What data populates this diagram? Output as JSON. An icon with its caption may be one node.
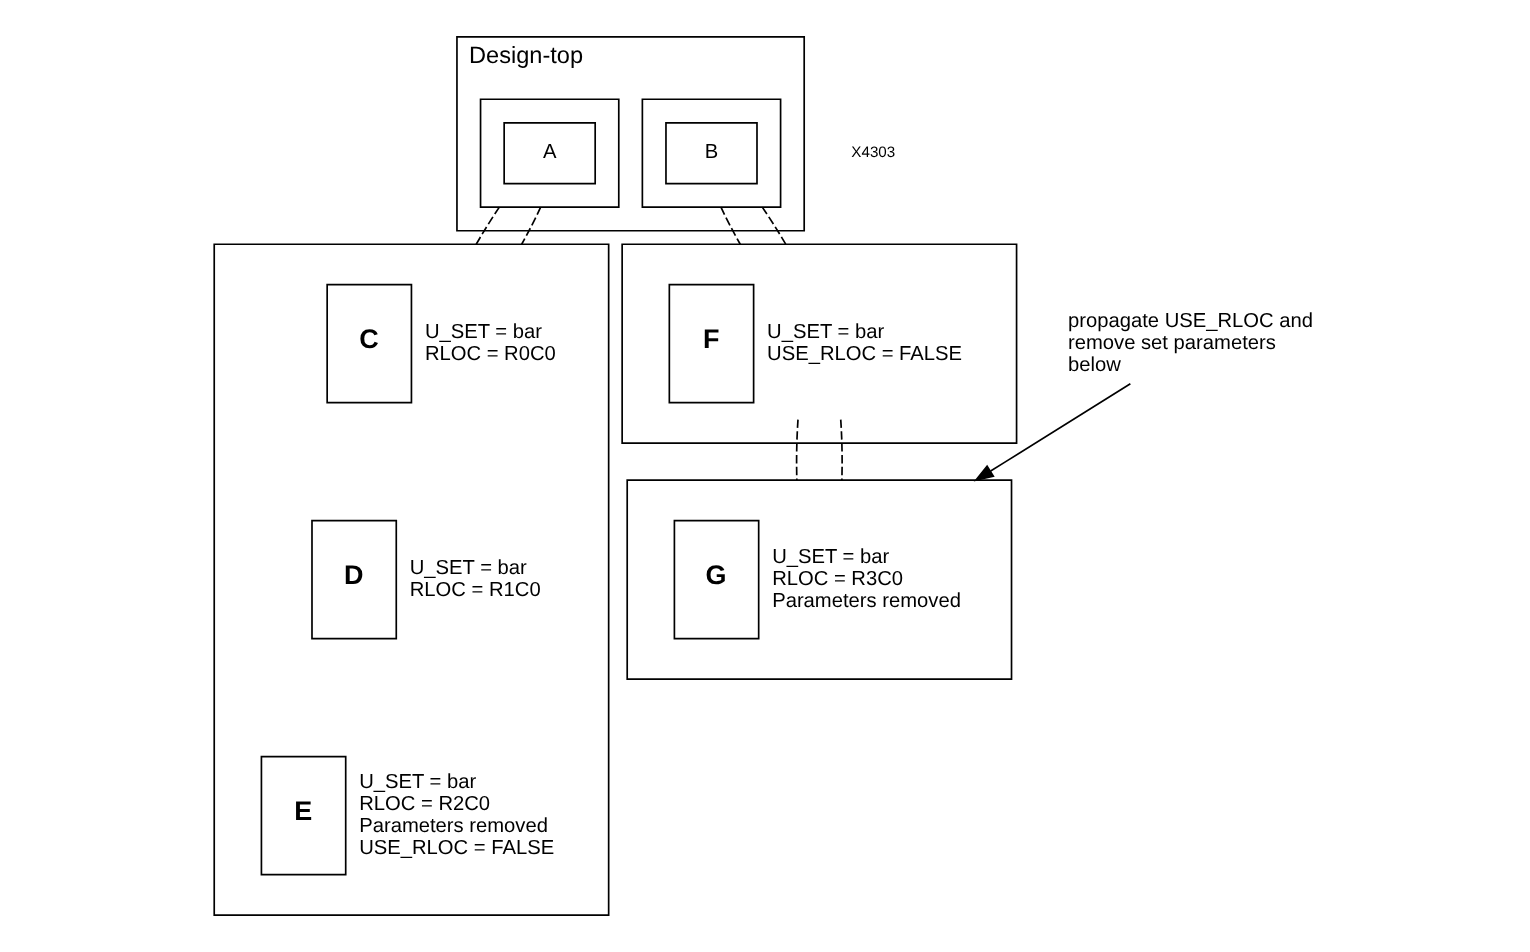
{
  "diagram": {
    "nodes": [
      {
        "text": [
          "Design-top"
        ]
      },
      {
        "text": [],
        "shape": "box",
        "in": 0
      },
      {
        "text": [
          "A"
        ],
        "in": 1
      },
      {
        "text": [],
        "shape": "box",
        "in": 0
      },
      {
        "text": [
          "B"
        ],
        "in": 3
      },
      {
        "text": [],
        "shape": "box"
      },
      {
        "text": [
          "C"
        ],
        "in": 5,
        "beside": [
          "U_SET = bar",
          "RLOC = R0C0"
        ]
      },
      {
        "text": [
          "D"
        ],
        "in": 5,
        "beside": [
          "U_SET = bar",
          "RLOC = R1C0"
        ]
      },
      {
        "text": [
          "E"
        ],
        "in": 5,
        "beside": [
          "U_SET = bar",
          "RLOC = R2C0",
          "Parameters removed",
          "USE_RLOC = FALSE"
        ]
      },
      {
        "text": [],
        "shape": "box"
      },
      {
        "text": [
          "F"
        ],
        "in": 9,
        "beside": [
          "U_SET = bar",
          "USE_RLOC = FALSE"
        ]
      },
      {
        "text": [],
        "shape": "box"
      },
      {
        "text": [
          "G"
        ],
        "in": 11,
        "beside": [
          "U_SET = bar",
          "RLOC = R3C0",
          "Parameters removed"
        ]
      },
      {
        "text": [
          "propagate USE_RLOC and remove set parameters below"
        ]
      }
    ],
    "edges": [
      {
        "from": 1,
        "to": 5,
        "arrow": "none",
        "style": "dashed"
      },
      {
        "from": 1,
        "to": 5,
        "arrow": "none",
        "style": "dashed"
      },
      {
        "from": 3,
        "to": 9,
        "arrow": "none",
        "style": "dashed"
      },
      {
        "from": 3,
        "to": 9,
        "arrow": "none",
        "style": "dashed"
      },
      {
        "from": 10,
        "to": 11,
        "arrow": "none",
        "style": "dashed"
      },
      {
        "from": 10,
        "to": 11,
        "arrow": "none",
        "style": "dashed"
      },
      {
        "from": 13,
        "to": 11,
        "arrow": "to"
      }
    ],
    "labels": [
      "X4303"
    ]
  }
}
